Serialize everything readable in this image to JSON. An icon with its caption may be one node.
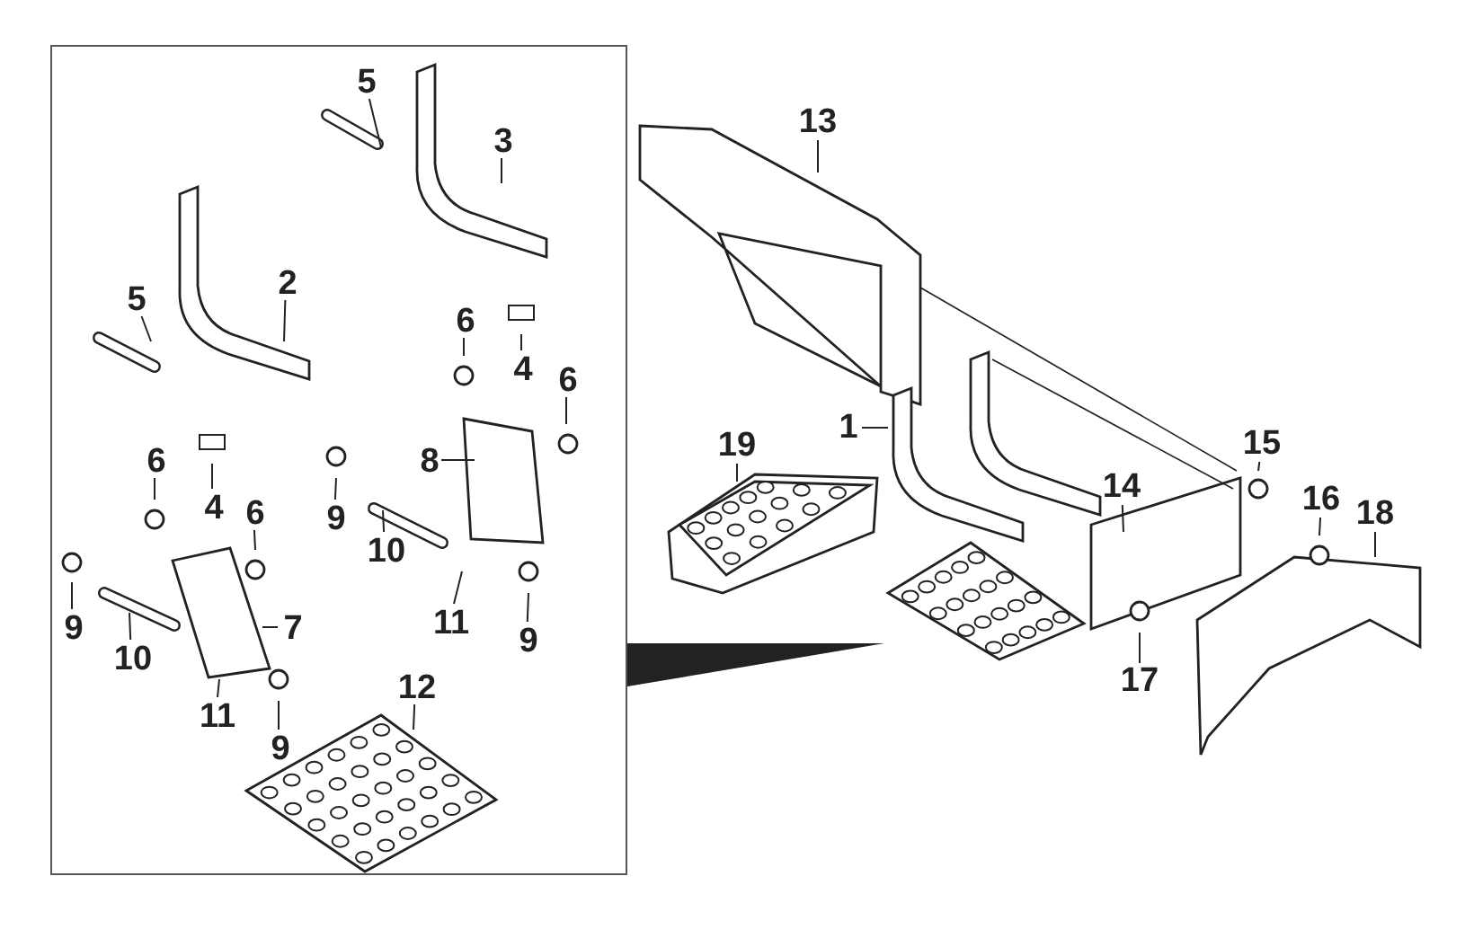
{
  "diagram": {
    "nodes": [
      {
        "text": [],
        "shape": "box"
      },
      {
        "text": [
          "5"
        ],
        "in": 0
      },
      {
        "text": [
          "3"
        ],
        "in": 0
      },
      {
        "text": [
          "2"
        ],
        "in": 0
      },
      {
        "text": [
          "5"
        ],
        "in": 0
      },
      {
        "text": [
          "6"
        ],
        "in": 0
      },
      {
        "text": [
          "4"
        ],
        "in": 0
      },
      {
        "text": [
          "6"
        ],
        "in": 0
      },
      {
        "text": [
          "6"
        ],
        "in": 0
      },
      {
        "text": [
          "4"
        ],
        "in": 0
      },
      {
        "text": [
          "6"
        ],
        "in": 0
      },
      {
        "text": [
          "8"
        ],
        "in": 0
      },
      {
        "text": [
          "9"
        ],
        "in": 0
      },
      {
        "text": [
          "10"
        ],
        "in": 0
      },
      {
        "text": [
          "11"
        ],
        "in": 0
      },
      {
        "text": [
          "9"
        ],
        "in": 0
      },
      {
        "text": [
          "9"
        ],
        "in": 0
      },
      {
        "text": [
          "10"
        ],
        "in": 0
      },
      {
        "text": [
          "7"
        ],
        "in": 0
      },
      {
        "text": [
          "11"
        ],
        "in": 0
      },
      {
        "text": [
          "9"
        ],
        "in": 0
      },
      {
        "text": [
          "12"
        ],
        "in": 0
      },
      {
        "text": [
          "13"
        ]
      },
      {
        "text": [
          "19"
        ]
      },
      {
        "text": [
          "1"
        ]
      },
      {
        "text": [
          "15"
        ]
      },
      {
        "text": [
          "16"
        ]
      },
      {
        "text": [
          "14"
        ]
      },
      {
        "text": [
          "18"
        ]
      },
      {
        "text": [
          "17"
        ]
      }
    ],
    "edges": [
      {
        "from": 1,
        "to": null,
        "arrow": "none"
      },
      {
        "from": 2,
        "to": null,
        "arrow": "none"
      },
      {
        "from": 3,
        "to": null,
        "arrow": "none"
      },
      {
        "from": 4,
        "to": null,
        "arrow": "none"
      },
      {
        "from": 5,
        "to": null,
        "arrow": "none"
      },
      {
        "from": 6,
        "to": null,
        "arrow": "none"
      },
      {
        "from": 7,
        "to": null,
        "arrow": "none"
      },
      {
        "from": 8,
        "to": null,
        "arrow": "none"
      },
      {
        "from": 9,
        "to": null,
        "arrow": "none"
      },
      {
        "from": 10,
        "to": null,
        "arrow": "none"
      },
      {
        "from": 11,
        "to": null,
        "arrow": "none"
      },
      {
        "from": 12,
        "to": null,
        "arrow": "none"
      },
      {
        "from": 13,
        "to": null,
        "arrow": "none"
      },
      {
        "from": 14,
        "to": null,
        "arrow": "none"
      },
      {
        "from": 15,
        "to": null,
        "arrow": "none"
      },
      {
        "from": 16,
        "to": null,
        "arrow": "none"
      },
      {
        "from": 17,
        "to": null,
        "arrow": "none"
      },
      {
        "from": 18,
        "to": null,
        "arrow": "none"
      },
      {
        "from": 19,
        "to": null,
        "arrow": "none"
      },
      {
        "from": 20,
        "to": null,
        "arrow": "none"
      },
      {
        "from": 21,
        "to": null,
        "arrow": "none"
      },
      {
        "from": 22,
        "to": null,
        "arrow": "none"
      },
      {
        "from": 23,
        "to": null,
        "arrow": "none"
      },
      {
        "from": 24,
        "to": null,
        "arrow": "none"
      },
      {
        "from": 25,
        "to": null,
        "arrow": "none"
      },
      {
        "from": 26,
        "to": null,
        "arrow": "none"
      },
      {
        "from": 27,
        "to": null,
        "arrow": "none"
      },
      {
        "from": 28,
        "to": null,
        "arrow": "none"
      },
      {
        "from": 29,
        "to": null,
        "arrow": "none"
      },
      {
        "from": 0,
        "to": null,
        "arrow": "to",
        "style": "thick"
      }
    ]
  }
}
